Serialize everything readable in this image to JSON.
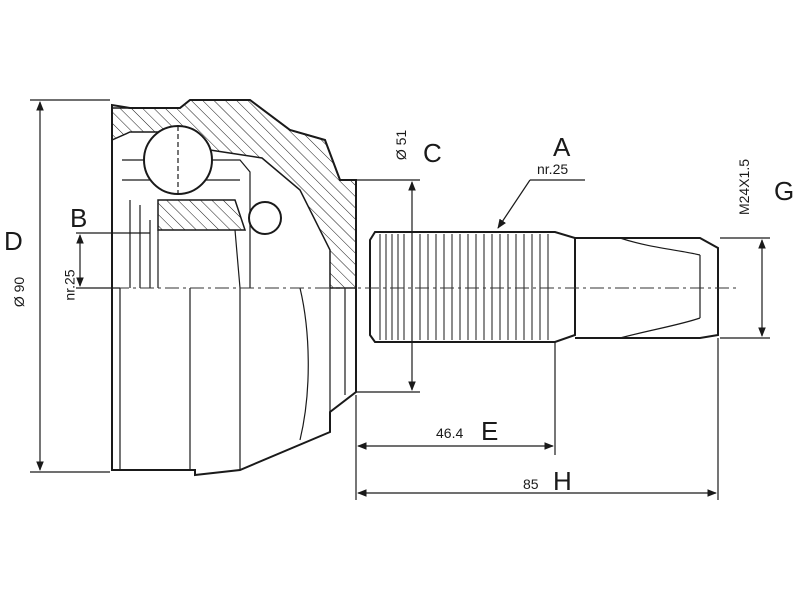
{
  "diagram": {
    "letters": {
      "A": "A",
      "B": "B",
      "C": "C",
      "D": "D",
      "E": "E",
      "G": "G",
      "H": "H"
    },
    "dimensions": {
      "outer_spline": "nr.25",
      "inner_spline": "nr.25",
      "bearing_diameter": "Ø 51",
      "outer_diameter": "Ø 90",
      "thread": "M24X1.5",
      "spline_length": "46.4",
      "total_length": "85"
    }
  }
}
